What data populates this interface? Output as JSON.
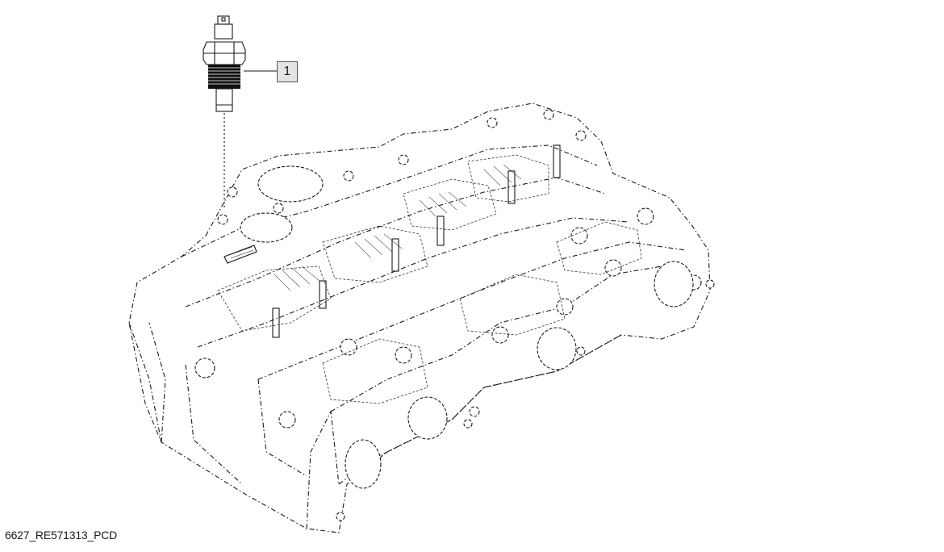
{
  "callouts": [
    {
      "number": "1",
      "part": "sensor"
    }
  ],
  "figure_id": "6627_RE571313_PCD",
  "colors": {
    "line": "#1a1a1a",
    "callout_fill": "#e4e4e4",
    "callout_border": "#555555",
    "background": "#ffffff"
  }
}
